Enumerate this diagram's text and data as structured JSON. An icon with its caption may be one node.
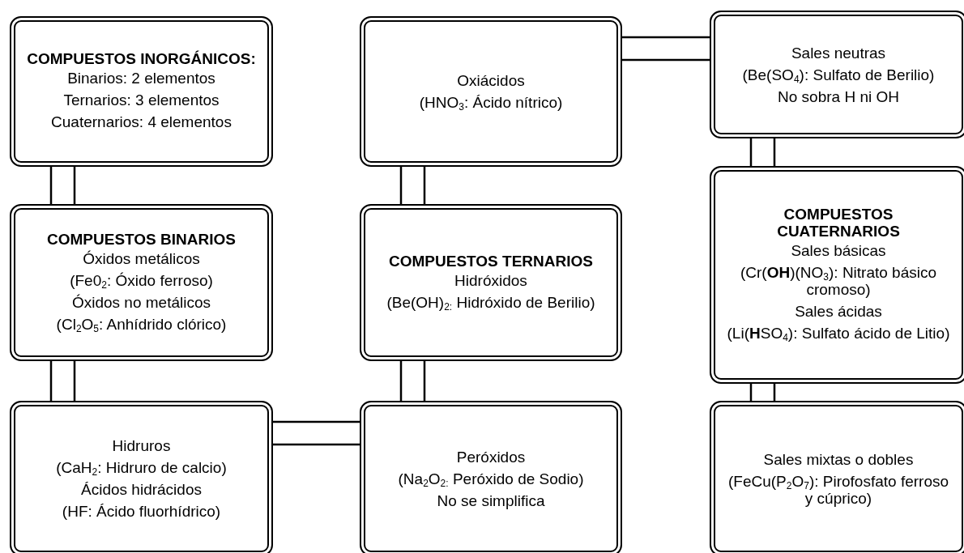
{
  "diagram": {
    "nodes": [
      {
        "text": [
          "COMPUESTOS INORGÁNICOS:",
          "Binarios: 2 elementos",
          "Ternarios: 3 elementos",
          "Cuaternarios: 4 elementos"
        ]
      },
      {
        "text": [
          "COMPUESTOS BINARIOS",
          "Óxidos metálicos",
          "(Fe0$_{2}$: Óxido ferroso)",
          "Óxidos no metálicos",
          "(Cl$_{2}$O$_{5}$: Anhídrido clórico)"
        ]
      },
      {
        "text": [
          "Hidruros",
          "(CaH$_{2}$: Hidruro de calcio)",
          "Ácidos hidrácidos",
          "(HF: Ácido fluorhídrico)"
        ]
      },
      {
        "text": [
          "Oxiácidos",
          "(HNO$_{3}$: Ácido nítrico)"
        ]
      },
      {
        "text": [
          "COMPUESTOS TERNARIOS",
          "Hidróxidos",
          "(Be(OH)$_{2:}$ Hidróxido de Berilio)"
        ]
      },
      {
        "text": [
          "Peróxidos",
          "(Na$_{2}$O$_{2:}$ Peróxido de Sodio)",
          "No se simplifica"
        ]
      },
      {
        "text": [
          "Sales neutras",
          "(Be(SO$_{4}$): Sulfato de Berilio)",
          "No sobra H ni OH"
        ]
      },
      {
        "text": [
          "COMPUESTOS CUATERNARIOS",
          "Sales básicas",
          "(Cr(**OH**)(NO$_{3}$): Nitrato básico cromoso)",
          "Sales ácidas",
          "(Li(**H**SO$_{4}$): Sulfato ácido de Litio)"
        ]
      },
      {
        "text": [
          "Sales mixtas o dobles",
          "(FeCu(P$_{2}$O$_{7}$): Pirofosfato ferroso y cúprico)"
        ]
      }
    ],
    "edges": [
      {
        "from": 0,
        "to": 1,
        "arrow": "none"
      },
      {
        "from": 1,
        "to": 2,
        "arrow": "none"
      },
      {
        "from": 2,
        "to": 5,
        "arrow": "none"
      },
      {
        "from": 5,
        "to": 4,
        "arrow": "none"
      },
      {
        "from": 4,
        "to": 3,
        "arrow": "none"
      },
      {
        "from": 3,
        "to": 6,
        "arrow": "none"
      },
      {
        "from": 6,
        "to": 7,
        "arrow": "none"
      },
      {
        "from": 7,
        "to": 8,
        "arrow": "none"
      }
    ]
  }
}
